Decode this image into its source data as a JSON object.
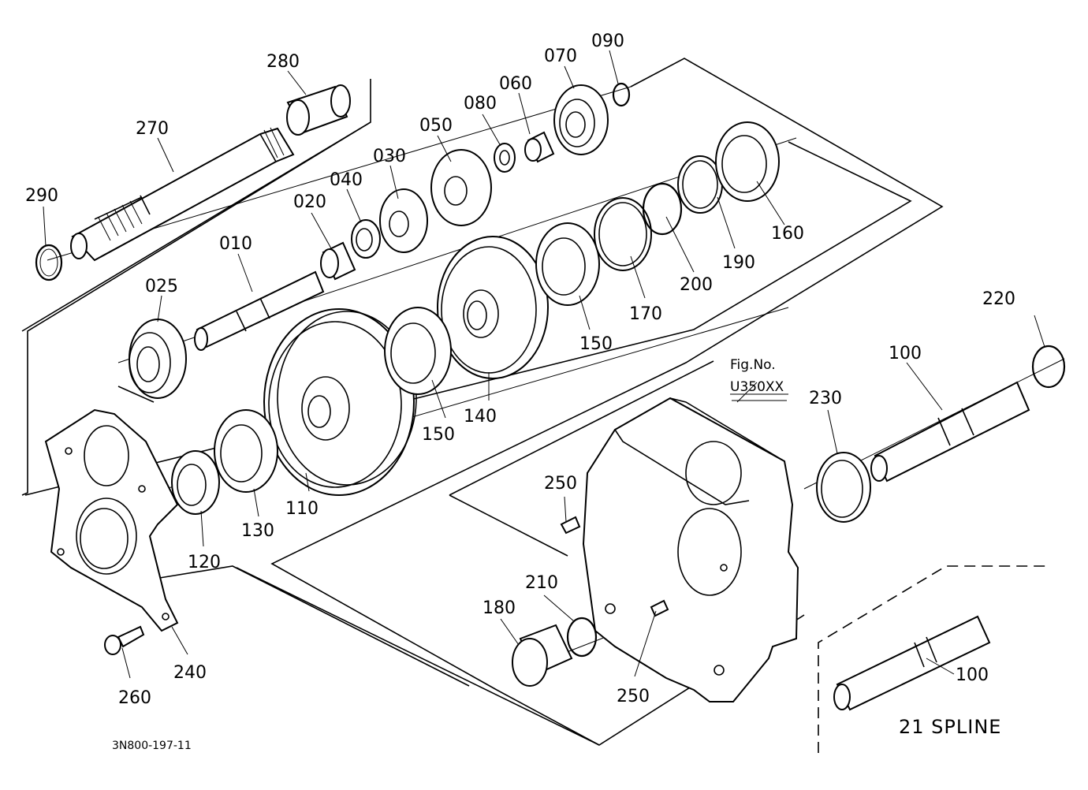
{
  "diagram": {
    "figure_code": "3N800-197-11",
    "reference": {
      "line1": "Fig.No.",
      "line2": "U350XX"
    },
    "variant_caption": "21 SPLINE",
    "parts": [
      {
        "id": "p280",
        "label": "280"
      },
      {
        "id": "p270",
        "label": "270"
      },
      {
        "id": "p290",
        "label": "290"
      },
      {
        "id": "p010",
        "label": "010"
      },
      {
        "id": "p020",
        "label": "020"
      },
      {
        "id": "p025",
        "label": "025"
      },
      {
        "id": "p030",
        "label": "030"
      },
      {
        "id": "p040",
        "label": "040"
      },
      {
        "id": "p050",
        "label": "050"
      },
      {
        "id": "p060",
        "label": "060"
      },
      {
        "id": "p070",
        "label": "070"
      },
      {
        "id": "p080",
        "label": "080"
      },
      {
        "id": "p090",
        "label": "090"
      },
      {
        "id": "p160",
        "label": "160"
      },
      {
        "id": "p190",
        "label": "190"
      },
      {
        "id": "p200",
        "label": "200"
      },
      {
        "id": "p170",
        "label": "170"
      },
      {
        "id": "p150a",
        "label": "150"
      },
      {
        "id": "p150b",
        "label": "150"
      },
      {
        "id": "p140",
        "label": "140"
      },
      {
        "id": "p110",
        "label": "110"
      },
      {
        "id": "p130",
        "label": "130"
      },
      {
        "id": "p120",
        "label": "120"
      },
      {
        "id": "p240",
        "label": "240"
      },
      {
        "id": "p260",
        "label": "260"
      },
      {
        "id": "p220",
        "label": "220"
      },
      {
        "id": "p100a",
        "label": "100"
      },
      {
        "id": "p230",
        "label": "230"
      },
      {
        "id": "p250a",
        "label": "250"
      },
      {
        "id": "p250b",
        "label": "250"
      },
      {
        "id": "p210",
        "label": "210"
      },
      {
        "id": "p180",
        "label": "180"
      },
      {
        "id": "p100b",
        "label": "100"
      }
    ]
  }
}
